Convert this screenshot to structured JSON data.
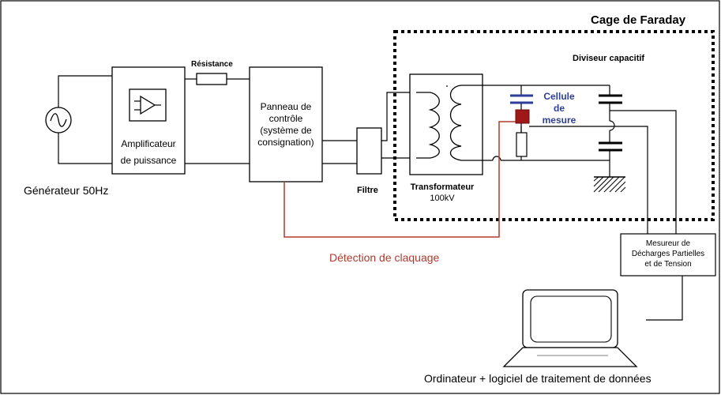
{
  "title": "Cage de Faraday",
  "labels": {
    "divider": "Diviseur capacitif",
    "resistor": "Résistance",
    "generator": "Générateur 50Hz",
    "amplifier_line1": "Amplificateur",
    "amplifier_line2": "de puissance",
    "panel_line1": "Panneau de",
    "panel_line2": "contrôle",
    "panel_line3": "(système de",
    "panel_line4": "consignation)",
    "filter": "Filtre",
    "transformer_line1": "Transformateur",
    "transformer_line2": "100kV",
    "cell_line1": "Cellule",
    "cell_line2": "de",
    "cell_line3": "mesure",
    "breakdown": "Détection de claquage",
    "meter_line1": "Mesureur de",
    "meter_line2": "Décharges Partielles",
    "meter_line3": "et de Tension",
    "computer": "Ordinateur + logiciel de traitement de données"
  },
  "colors": {
    "breakdown_line": "#b03a2e",
    "cell_text": "#2e3f99",
    "capacitor_blue": "#2e3f99",
    "cell_red": "#a01818"
  }
}
